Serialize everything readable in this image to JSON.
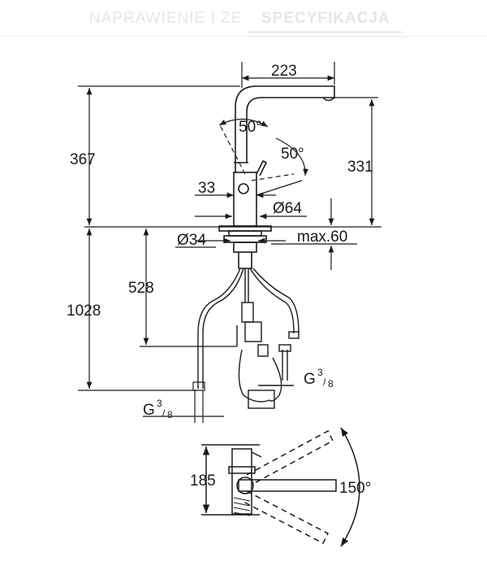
{
  "tabs": {
    "left_label": "NAPRAWIENIE I ZE",
    "right_label": "SPECYFIKACJA"
  },
  "dimensions": {
    "spout_reach": "223",
    "height_total": "367",
    "height_outlet": "331",
    "angle_top": "50°",
    "angle_side": "50°",
    "body_offset": "33",
    "base_diameter": "Ø64",
    "hole_diameter": "Ø34",
    "max_thickness": "max.60",
    "hose_length": "528",
    "total_hose": "1028",
    "thread_right_base": "G",
    "thread_right_frac_num": "3",
    "thread_right_frac_den": "8",
    "thread_left_base": "G",
    "thread_left_frac_num": "3",
    "thread_left_frac_den": "8",
    "top_view_height": "185",
    "swivel_angle": "150°"
  }
}
